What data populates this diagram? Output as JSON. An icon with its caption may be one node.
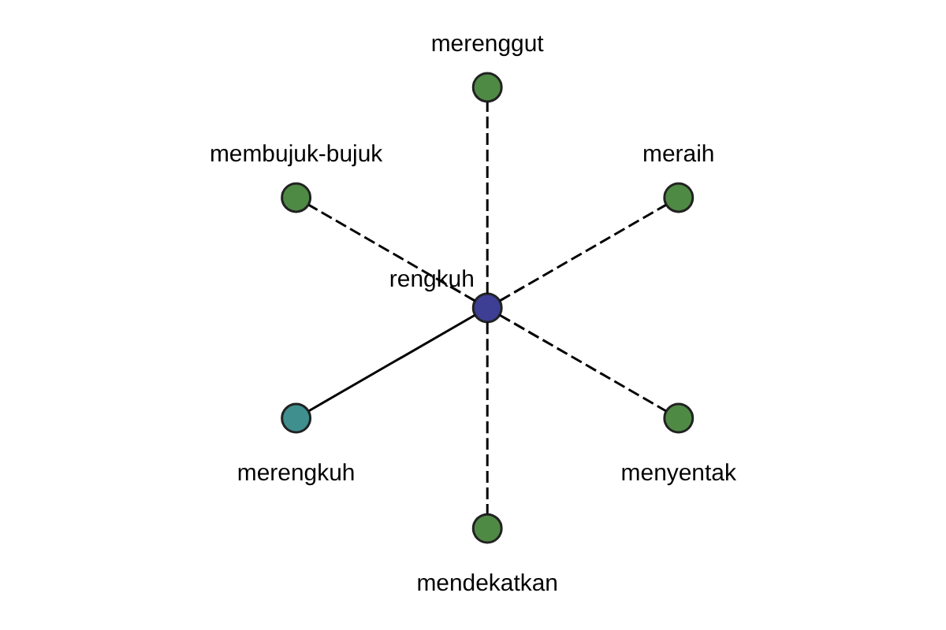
{
  "diagram": {
    "nodes": [
      {
        "text": [
          "merenggut"
        ]
      },
      {
        "text": [
          "membujuk-bujuk"
        ]
      },
      {
        "text": [
          "meraih"
        ]
      },
      {
        "text": [
          "merengkuh"
        ]
      },
      {
        "text": [
          "rengkuh"
        ]
      },
      {
        "text": [
          "menyentak"
        ]
      },
      {
        "text": [
          "mendekatkan"
        ]
      }
    ],
    "edges": [
      {
        "from": 4,
        "to": 0,
        "arrow": "none",
        "style": "dashed"
      },
      {
        "from": 4,
        "to": 1,
        "arrow": "none",
        "style": "dashed"
      },
      {
        "from": 4,
        "to": 2,
        "arrow": "none",
        "style": "dashed"
      },
      {
        "from": 4,
        "to": 3,
        "arrow": "none"
      },
      {
        "from": 4,
        "to": 5,
        "arrow": "none",
        "style": "dashed"
      },
      {
        "from": 4,
        "to": 6,
        "arrow": "none",
        "style": "dashed"
      }
    ]
  }
}
